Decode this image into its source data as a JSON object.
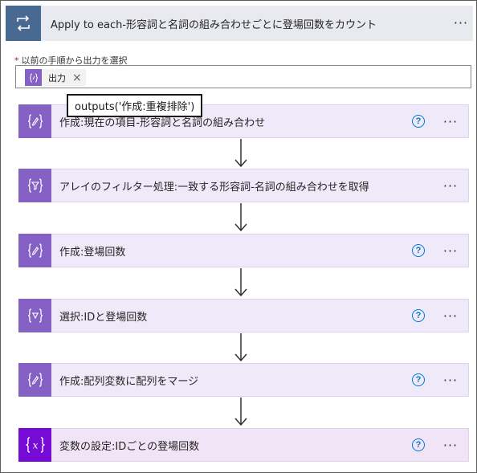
{
  "loop": {
    "title": "Apply to each-形容詞と名詞の組み合わせごとに登場回数をカウント",
    "more_label": "···"
  },
  "output_select": {
    "required_mark": "*",
    "label": "以前の手順から出力を選択",
    "token_label": "出力",
    "token_close": "×"
  },
  "tooltip": "outputs('作成:重複排除')",
  "actions": [
    {
      "title": "作成:現在の項目-形容詞と名詞の組み合わせ",
      "type": "compose",
      "help": "?",
      "more": "···"
    },
    {
      "title": "アレイのフィルター処理:一致する形容詞-名詞の組み合わせを取得",
      "type": "filter",
      "help": "",
      "more": "···"
    },
    {
      "title": "作成:登場回数",
      "type": "compose",
      "help": "?",
      "more": "···"
    },
    {
      "title": "選択:IDと登場回数",
      "type": "select",
      "help": "?",
      "more": "···"
    },
    {
      "title": "作成:配列変数に配列をマージ",
      "type": "compose",
      "help": "?",
      "more": "···"
    },
    {
      "title": "変数の設定:IDごとの登場回数",
      "type": "variable",
      "help": "?",
      "more": "···"
    }
  ],
  "colors": {
    "loop_header_icon": "#486991",
    "data_operation": "#8661c5",
    "variable": "#770bd6",
    "help": "#0078d4"
  }
}
